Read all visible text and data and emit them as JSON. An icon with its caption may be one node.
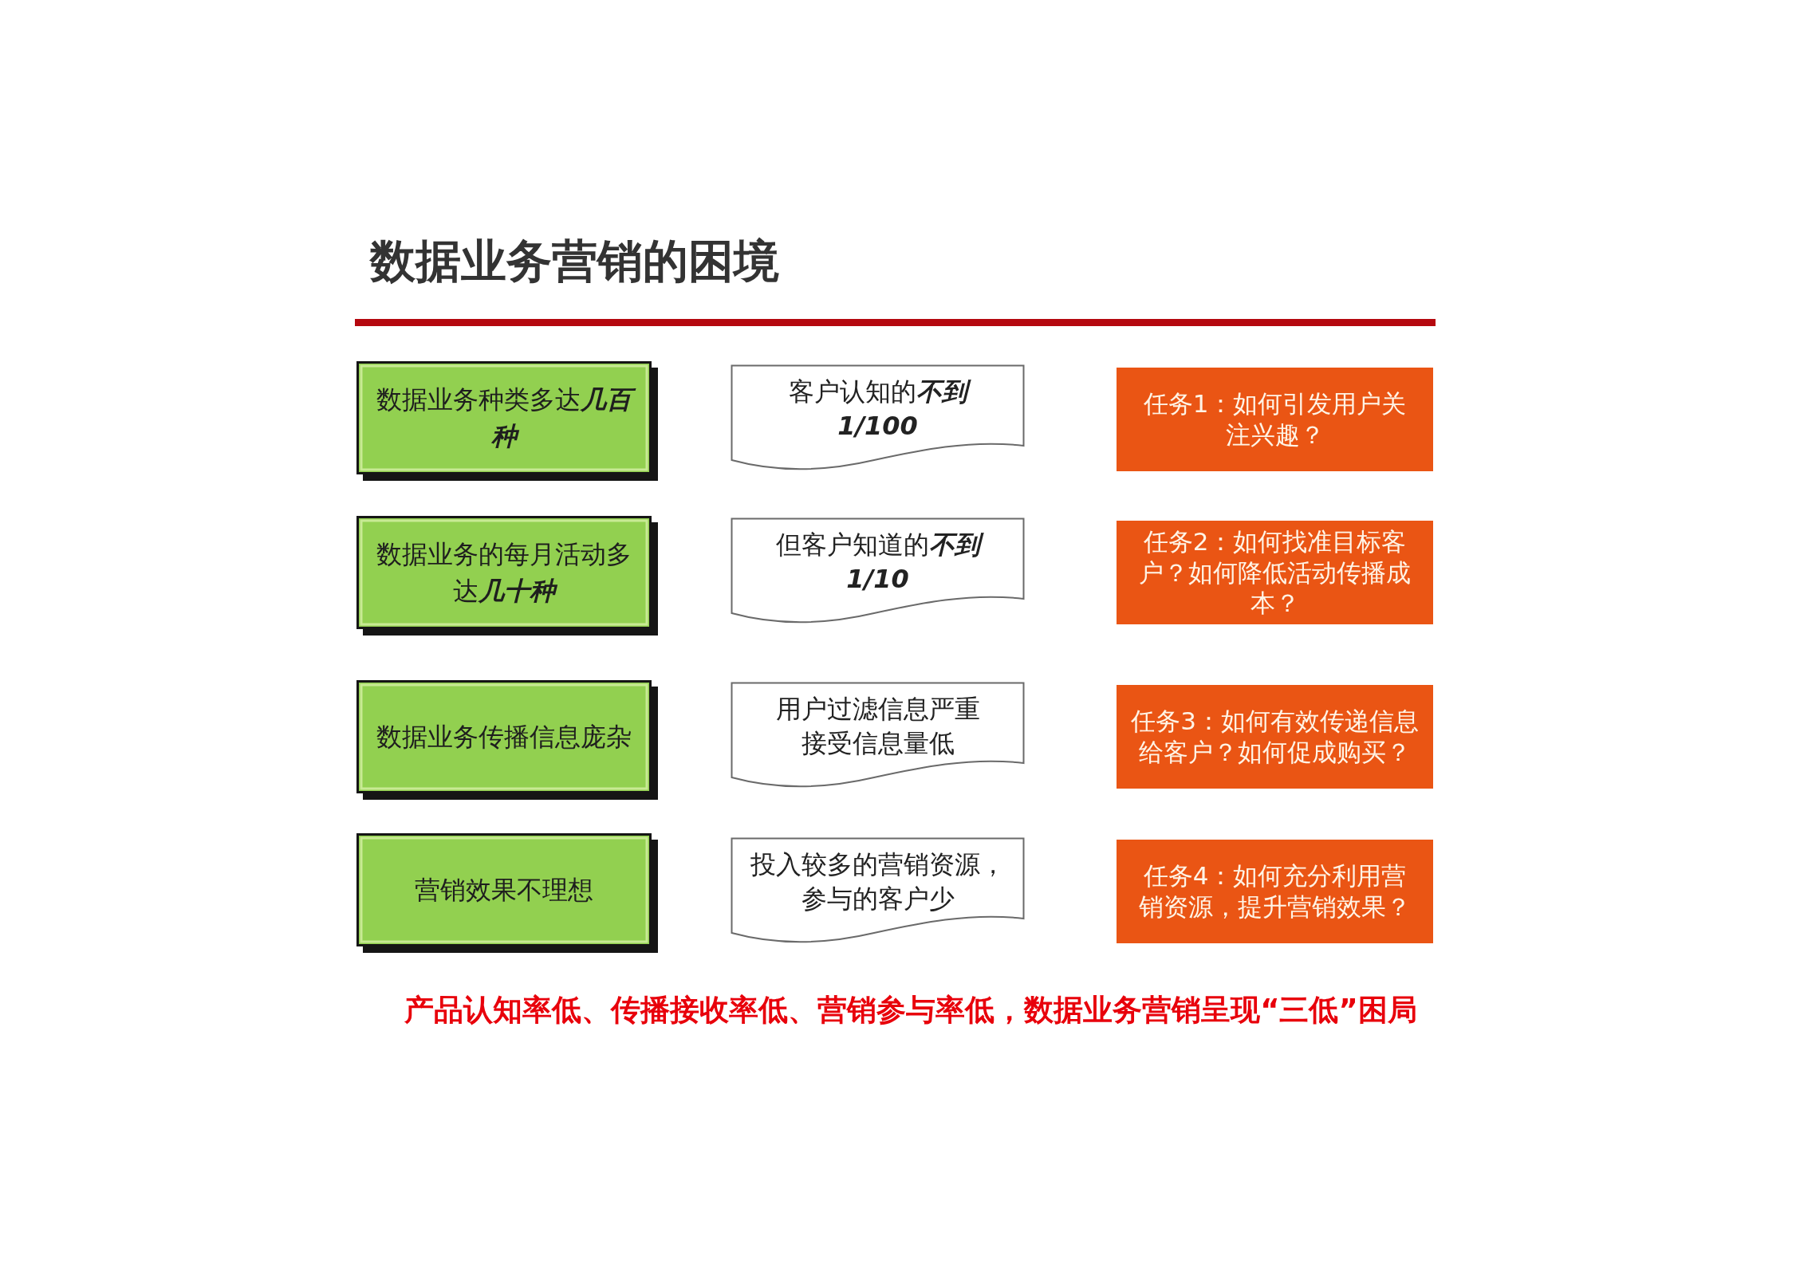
{
  "diagram": {
    "title": "数据业务营销的困境",
    "nodes": [
      {
        "text": [
          "数据业务种类多达**几百种**"
        ]
      },
      {
        "text": [
          "客户认知的**不到1/100**"
        ]
      },
      {
        "text": [
          "任务1：如何引发用户关注兴趣？"
        ]
      },
      {
        "text": [
          "数据业务的每月活动多达**几十种**"
        ]
      },
      {
        "text": [
          "但客户知道的**不到1/10**"
        ]
      },
      {
        "text": [
          "任务2：如何找准目标客户？如何降低活动传播成本？"
        ]
      },
      {
        "text": [
          "数据业务传播信息庞杂"
        ]
      },
      {
        "text": [
          "用户过滤信息严重接受信息量低"
        ]
      },
      {
        "text": [
          "任务3：如何有效传递信息给客户？如何促成购买？"
        ]
      },
      {
        "text": [
          "营销效果不理想"
        ]
      },
      {
        "text": [
          "投入较多的营销资源，参与的客户少"
        ]
      },
      {
        "text": [
          "任务4：如何充分利用营销资源，提升营销效果？"
        ]
      }
    ],
    "labels": [
      "产品认知率低、传播接收率低、营销参与率低，数据业务营销呈现“三低”困局"
    ]
  }
}
